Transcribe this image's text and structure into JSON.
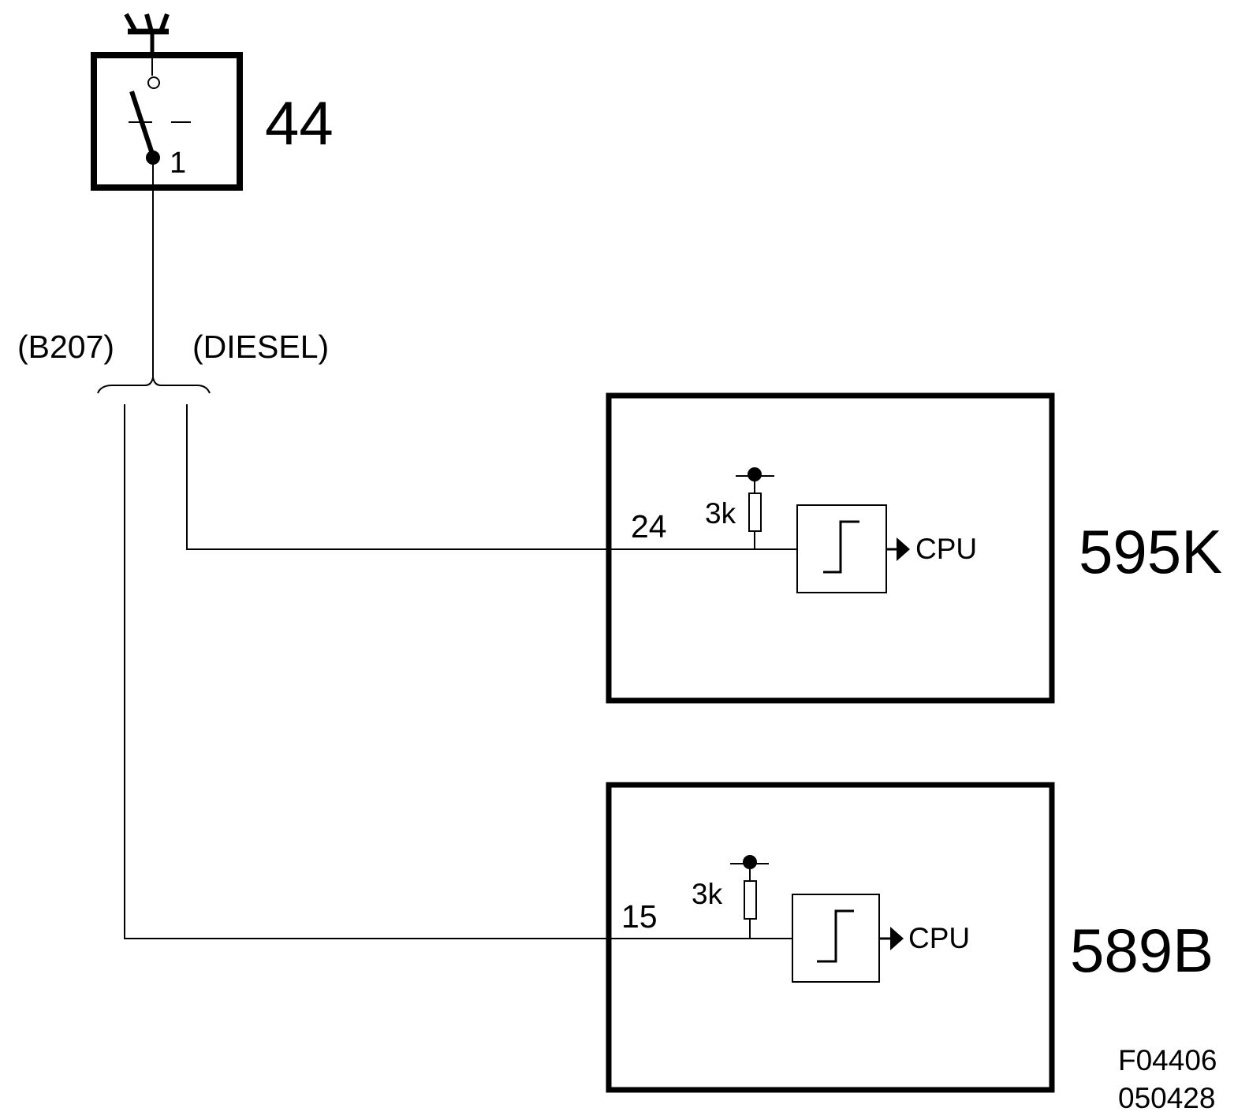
{
  "switch_component": {
    "id_label": "44",
    "pin_label": "1"
  },
  "branch_labels": {
    "left": "(B207)",
    "right": "(DIESEL)"
  },
  "module_595K": {
    "id_label": "595K",
    "pin_label": "24",
    "resistor_label": "3k",
    "output_label": "CPU"
  },
  "module_589B": {
    "id_label": "589B",
    "pin_label": "15",
    "resistor_label": "3k",
    "output_label": "CPU"
  },
  "reference": {
    "figure_code": "F04406",
    "date_code": "050428"
  }
}
